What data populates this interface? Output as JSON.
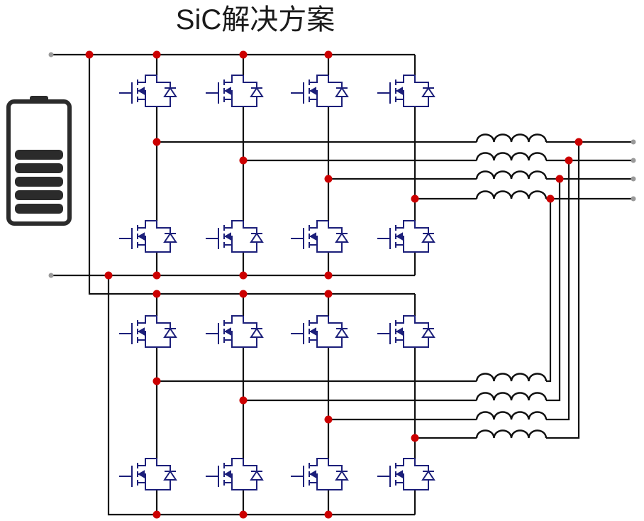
{
  "title": "SiC解决方案",
  "colors": {
    "wire": "#111111",
    "device": "#1c1f7a",
    "node": "#cc0000",
    "terminal": "#9a9a9a",
    "battery": "#2b2b2b"
  },
  "components": {
    "battery": {
      "icon": "battery-icon",
      "cells": 5
    },
    "inverter_banks": 2,
    "legs_per_bank": 4,
    "switch_type": "SiC MOSFET with anti-parallel diode",
    "inductors": 8,
    "output_phases": 4
  }
}
